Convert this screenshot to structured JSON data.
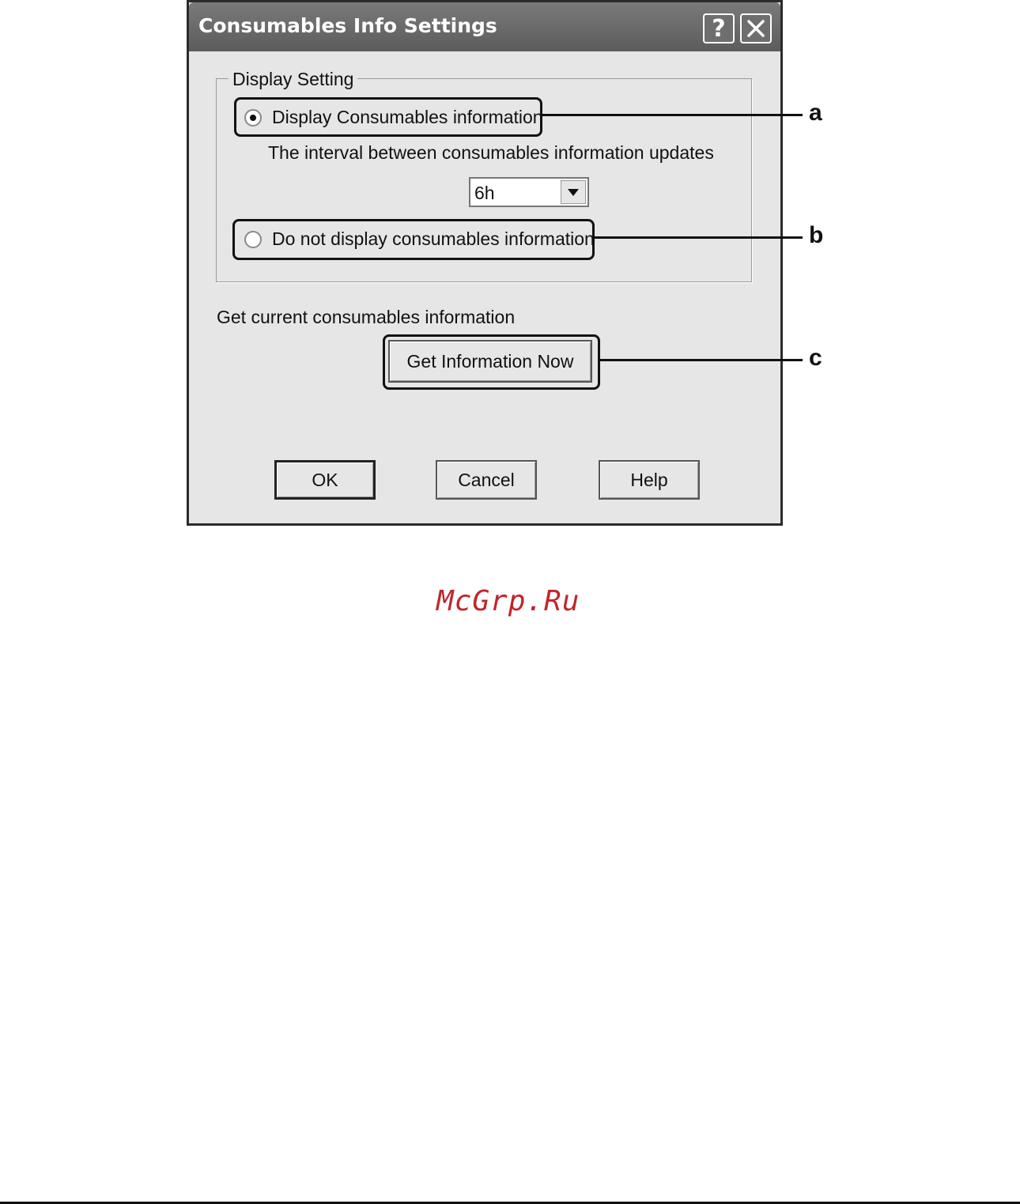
{
  "window": {
    "title": "Consumables Info Settings",
    "help_button": "?",
    "close_icon": "close-icon"
  },
  "display_setting": {
    "group_label": "Display Setting",
    "option_display": {
      "label": "Display Consumables information",
      "checked": true
    },
    "interval_label": "The interval between consumables information updates",
    "interval_value": "6h",
    "option_no_display": {
      "label": "Do not display consumables information",
      "checked": false
    }
  },
  "get_info": {
    "label": "Get current consumables information",
    "button_label": "Get Information Now"
  },
  "footer_buttons": {
    "ok": "OK",
    "cancel": "Cancel",
    "help": "Help"
  },
  "callouts": [
    "a",
    "b",
    "c"
  ],
  "watermark": "McGrp.Ru",
  "colors": {
    "watermark": "#c0262b",
    "titlebar": "#6a6a6a",
    "dialog_bg": "#e6e6e6"
  }
}
